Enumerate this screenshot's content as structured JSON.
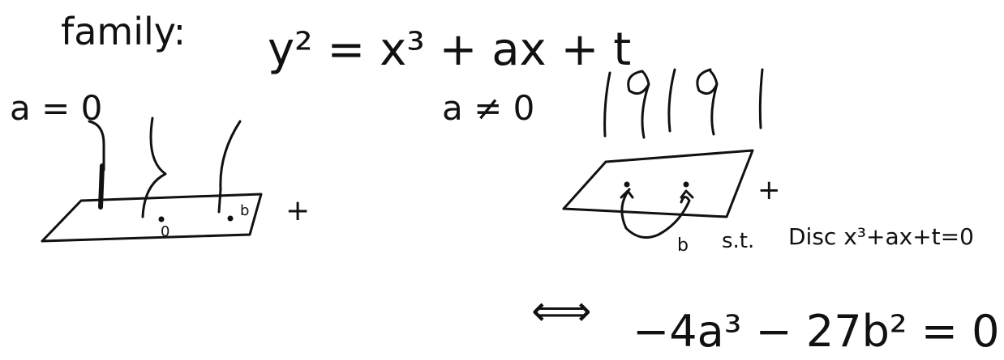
{
  "header": {
    "family_label": "family:",
    "equation": "y² = x³ + ax + t"
  },
  "left_case": {
    "label": "a = 0",
    "point_zero": "0",
    "point_b": "b",
    "plus": "+"
  },
  "right_case": {
    "label": "a ≠ 0",
    "point_b": "b",
    "plus": "+",
    "condition_prefix": "s.t.",
    "condition": "Disc x³+ax+t=0"
  },
  "equivalence": {
    "arrow": "⟺",
    "equation": "−4a³ − 27b² = 0"
  }
}
